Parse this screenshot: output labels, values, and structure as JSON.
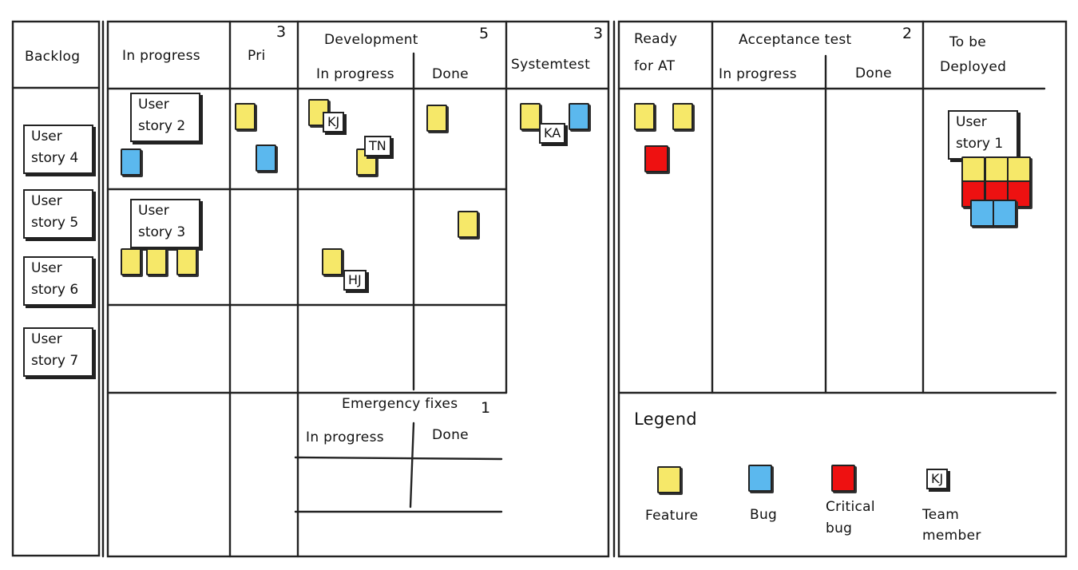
{
  "colors": {
    "feature": "#f6e869",
    "bug": "#5bb8ee",
    "critical_bug": "#ee1111",
    "ink": "#222222"
  },
  "columns": {
    "backlog": "Backlog",
    "in_progress": "In progress",
    "pri": "Pri",
    "pri_limit": "3",
    "development": "Development",
    "development_limit": "5",
    "dev_in_progress": "In progress",
    "dev_done": "Done",
    "systemtest": "Systemtest",
    "systemtest_limit": "3",
    "ready_line1": "Ready",
    "ready_line2": "for AT",
    "acceptance_test": "Acceptance test",
    "acceptance_limit": "2",
    "at_in_progress": "In progress",
    "at_done": "Done",
    "deploy_line1": "To be",
    "deploy_line2": "Deployed"
  },
  "backlog_cards": [
    "User\nstory 4",
    "User\nstory 5",
    "User\nstory 6",
    "User\nstory 7"
  ],
  "story_cards": {
    "story_2": "User\nstory 2",
    "story_3": "User\nstory 3",
    "story_1": "User\nstory 1"
  },
  "team_tags": {
    "kj": "KJ",
    "tn": "TN",
    "ka": "KA",
    "hj": "HJ"
  },
  "emergency": {
    "title": "Emergency fixes",
    "limit": "1",
    "in_progress": "In progress",
    "done": "Done"
  },
  "legend": {
    "title": "Legend",
    "feature": "Feature",
    "bug": "Bug",
    "critical_line1": "Critical",
    "critical_line2": "bug",
    "team_tag": "KJ",
    "team_line1": "Team",
    "team_line2": "member"
  }
}
